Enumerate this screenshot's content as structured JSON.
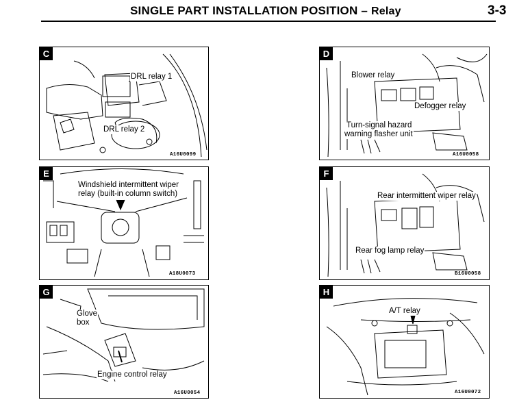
{
  "header": {
    "title": "SINGLE PART INSTALLATION POSITION",
    "dash": "–",
    "subtitle": "Relay",
    "page_number": "3-3"
  },
  "panels": {
    "c": {
      "tag": "C",
      "labels": [
        "DRL relay 1",
        "DRL relay 2"
      ],
      "code": "A16U0099"
    },
    "d": {
      "tag": "D",
      "labels": [
        "Blower relay",
        "Defogger relay",
        "Turn-signal hazard",
        "warning flasher unit"
      ],
      "code": "A16U0058"
    },
    "e": {
      "tag": "E",
      "labels": [
        "Windshield intermittent wiper",
        "relay (built-in column switch)"
      ],
      "code": "A18U0073"
    },
    "f": {
      "tag": "F",
      "labels": [
        "Rear intermittent wiper relay",
        "Rear fog lamp relay"
      ],
      "code": "B16U0058"
    },
    "g": {
      "tag": "G",
      "labels": [
        "Glove",
        "box",
        "Engine control relay"
      ],
      "code": "A16U0054"
    },
    "h": {
      "tag": "H",
      "labels": [
        "A/T relay"
      ],
      "code": "A16U0072"
    }
  }
}
